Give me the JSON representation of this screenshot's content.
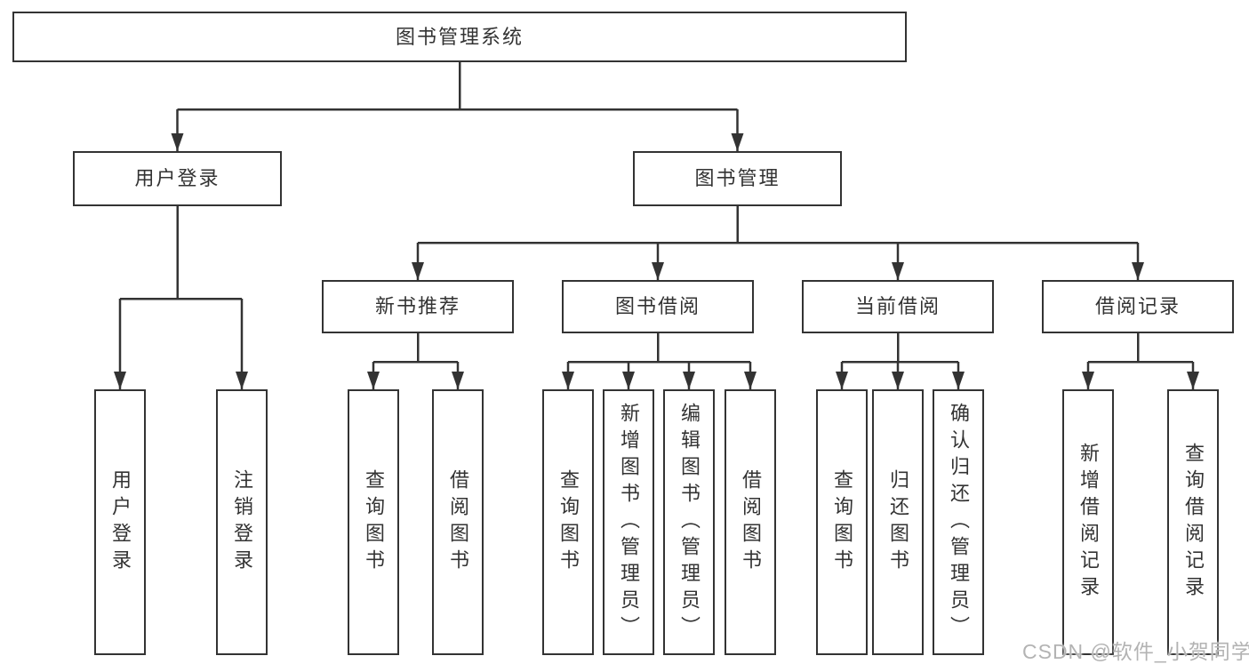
{
  "diagram": {
    "root": {
      "label": "图书管理系统"
    },
    "user_login": {
      "label": "用户登录",
      "children": [
        "用户登录",
        "注销登录"
      ]
    },
    "book_management": {
      "label": "图书管理",
      "groups": [
        {
          "label": "新书推荐",
          "children": [
            "查询图书",
            "借阅图书"
          ]
        },
        {
          "label": "图书借阅",
          "children": [
            "查询图书",
            "新增图书（管理员）",
            "编辑图书（管理员）",
            "借阅图书"
          ]
        },
        {
          "label": "当前借阅",
          "children": [
            "查询图书",
            "归还图书",
            "确认归还（管理员）"
          ]
        },
        {
          "label": "借阅记录",
          "children": [
            "新增借阅记录",
            "查询借阅记录"
          ]
        }
      ]
    }
  },
  "watermark": "CSDN @软件_小贺同学",
  "colors": {
    "line": "#333333",
    "text": "#333333",
    "box_background": "#ffffff",
    "page_background": "#ffffff",
    "watermark": "#b3b3b3"
  }
}
